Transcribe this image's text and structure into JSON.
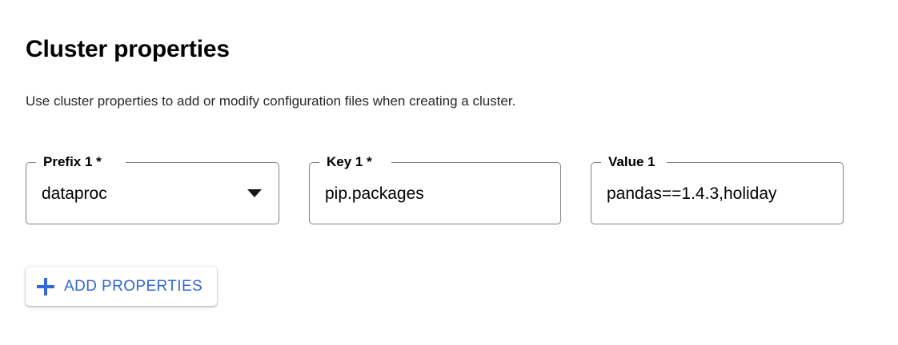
{
  "header": {
    "title": "Cluster properties",
    "description": "Use cluster properties to add or modify configuration files when creating a cluster."
  },
  "form": {
    "fields": [
      {
        "name": "prefix",
        "label": "Prefix 1 *",
        "value": "dataproc",
        "control": "select",
        "icon": "chevron-down-icon",
        "required": true
      },
      {
        "name": "key",
        "label": "Key 1 *",
        "value": "pip.packages",
        "control": "text",
        "required": true
      },
      {
        "name": "value",
        "label": "Value 1",
        "value": "pandas==1.4.3,holiday",
        "control": "text",
        "required": false
      }
    ]
  },
  "actions": {
    "add_properties": {
      "label": "ADD PROPERTIES",
      "icon": "plus-icon"
    }
  },
  "colors": {
    "accent_blue": "#3367d6",
    "field_border": "#7d8287",
    "title_text": "#000000",
    "description_text": "#26282b",
    "background": "#ffffff"
  }
}
